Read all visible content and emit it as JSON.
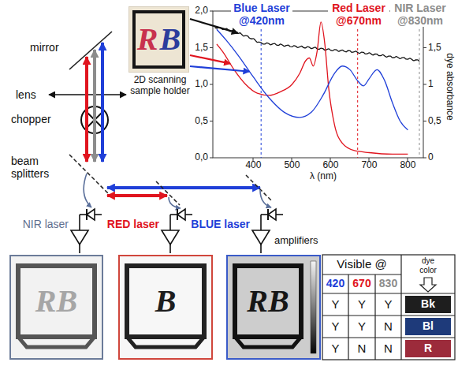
{
  "diagram": {
    "nodes": [
      {
        "text": [
          "R",
          "B"
        ]
      },
      {
        "text": [
          "RB"
        ]
      },
      {
        "text": [
          "B"
        ]
      },
      {
        "text": [
          "RB"
        ]
      },
      {
        "text": [
          "Bk"
        ]
      },
      {
        "text": [
          "Bl"
        ]
      },
      {
        "text": [
          "R"
        ]
      }
    ],
    "labels": [
      "mirror",
      "lens",
      "chopper",
      "beam splitters",
      "2D scanning sample holder",
      "Blue Laser @420nm",
      "Red Laser @670nm",
      "NIR Laser @830nm",
      "2,0",
      "1,5",
      "1,0",
      "0,5",
      "0,0",
      "400",
      "500",
      "600",
      "700",
      "800",
      "λ (nm)",
      "1,5",
      "1",
      "0,5",
      "0",
      "dye absorbance",
      "NIR laser",
      "RED laser",
      "BLUE laser",
      "amplifiers",
      "Visible @",
      "420",
      "670",
      "830",
      "dye color",
      "Y",
      "Y",
      "Y",
      "Y",
      "Y",
      "N",
      "Y",
      "N",
      "N"
    ]
  }
}
